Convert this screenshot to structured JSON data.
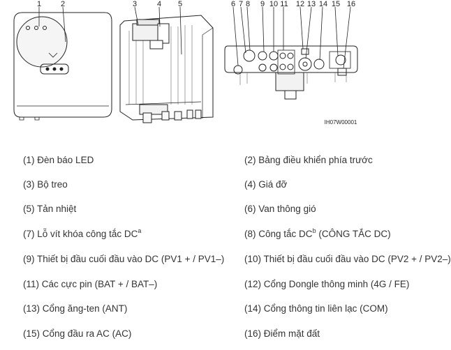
{
  "figure": {
    "callouts": [
      "1",
      "2",
      "3",
      "4",
      "5",
      "6",
      "7",
      "8",
      "9",
      "10",
      "11",
      "12",
      "13",
      "14",
      "15",
      "16"
    ],
    "code": "IH07W00001"
  },
  "legend": {
    "items": [
      {
        "num": "(1)",
        "text": "Đèn báo LED",
        "sup": "",
        "after": ""
      },
      {
        "num": "(2)",
        "text": "Bảng điều khiển phía trước",
        "sup": "",
        "after": ""
      },
      {
        "num": "(3)",
        "text": "Bộ treo",
        "sup": "",
        "after": ""
      },
      {
        "num": "(4)",
        "text": "Giá đỡ",
        "sup": "",
        "after": ""
      },
      {
        "num": "(5)",
        "text": "Tản nhiệt",
        "sup": "",
        "after": ""
      },
      {
        "num": "(6)",
        "text": "Van thông gió",
        "sup": "",
        "after": ""
      },
      {
        "num": "(7)",
        "text": "Lỗ vít khóa công tắc DC",
        "sup": "a",
        "after": ""
      },
      {
        "num": "(8)",
        "text": "Công tắc DC",
        "sup": "b",
        "after": " (CÔNG TẮC DC)"
      },
      {
        "num": "(9)",
        "text": "Thiết bị đầu cuối đầu vào DC (PV1 + / PV1–)",
        "sup": "",
        "after": ""
      },
      {
        "num": "(10)",
        "text": "Thiết bị đầu cuối đầu vào DC (PV2 + / PV2–)",
        "sup": "",
        "after": ""
      },
      {
        "num": "(11)",
        "text": "Các cực pin (BAT + / BAT–)",
        "sup": "",
        "after": ""
      },
      {
        "num": "(12)",
        "text": "Cổng Dongle thông minh (4G / FE)",
        "sup": "",
        "after": ""
      },
      {
        "num": "(13)",
        "text": "Cổng ăng-ten (ANT)",
        "sup": "",
        "after": ""
      },
      {
        "num": "(14)",
        "text": "Cổng thông tin liên lạc (COM)",
        "sup": "",
        "after": ""
      },
      {
        "num": "(15)",
        "text": "Cổng đầu ra AC (AC)",
        "sup": "",
        "after": ""
      },
      {
        "num": "(16)",
        "text": "Điểm mặt đất",
        "sup": "",
        "after": ""
      }
    ]
  }
}
